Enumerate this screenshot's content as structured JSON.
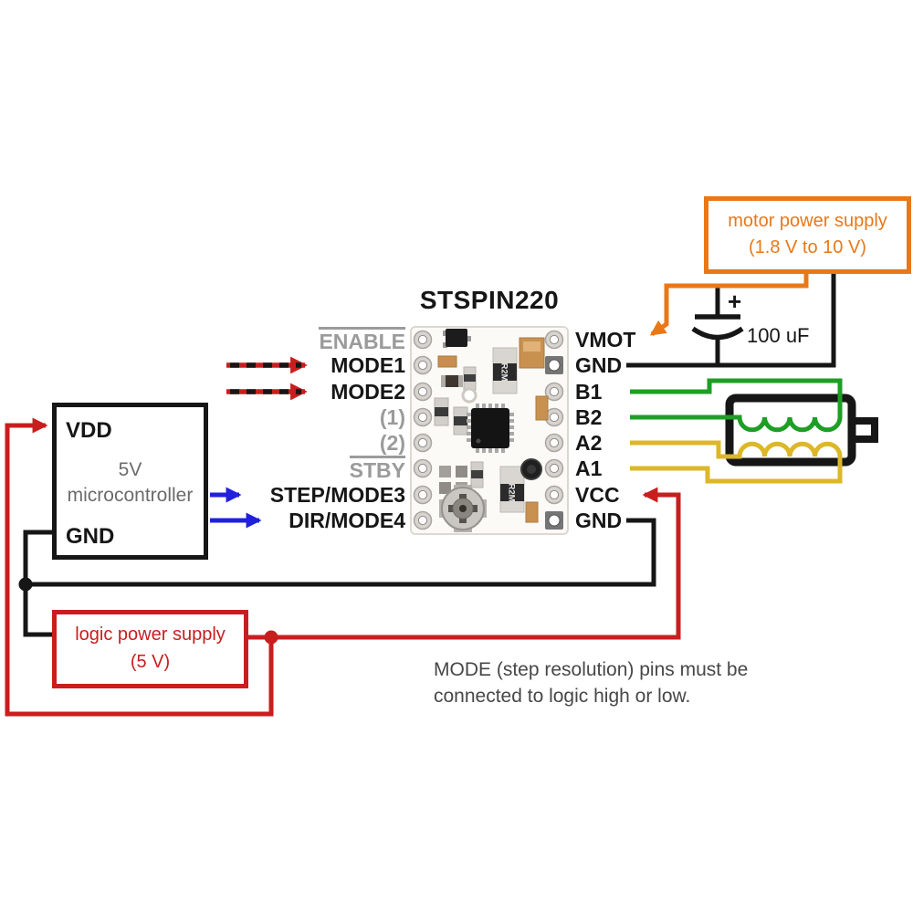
{
  "title": "STSPIN220",
  "driver": {
    "left_pins": [
      {
        "label": "ENABLE",
        "inactive": true,
        "overline": true
      },
      {
        "label": "MODE1",
        "arrow": "red-dashed"
      },
      {
        "label": "MODE2",
        "arrow": "red-dashed"
      },
      {
        "label": "(1)",
        "inactive": true
      },
      {
        "label": "(2)",
        "inactive": true
      },
      {
        "label": "STBY",
        "inactive": true,
        "overline": true
      },
      {
        "label": "STEP/MODE3",
        "arrow": "blue"
      },
      {
        "label": "DIR/MODE4",
        "arrow": "blue"
      }
    ],
    "right_pins": [
      "VMOT",
      "GND",
      "B1",
      "B2",
      "A2",
      "A1",
      "VCC",
      "GND"
    ]
  },
  "microcontroller": {
    "pin_top": "VDD",
    "label_line1": "5V",
    "label_line2": "microcontroller",
    "pin_bottom": "GND"
  },
  "motor_power_supply": {
    "line1": "motor power supply",
    "line2": "(1.8 V to 10 V)"
  },
  "logic_power_supply": {
    "line1": "logic power supply",
    "line2": "(5 V)"
  },
  "capacitor": {
    "value": "100 uF",
    "polarity": "+"
  },
  "note": {
    "line1": "MODE (step resolution) pins must be",
    "line2": "connected to logic high or low."
  },
  "board": {
    "resistor_label": "R2M"
  },
  "colors": {
    "wire_red": "#c81e1e",
    "wire_green": "#1e9e24",
    "wire_yellow": "#ddb72a",
    "wire_blue": "#2020dd",
    "wire_orange": "#e87818",
    "wire_black": "#161616",
    "inactive_gray": "#9b9b9b"
  }
}
